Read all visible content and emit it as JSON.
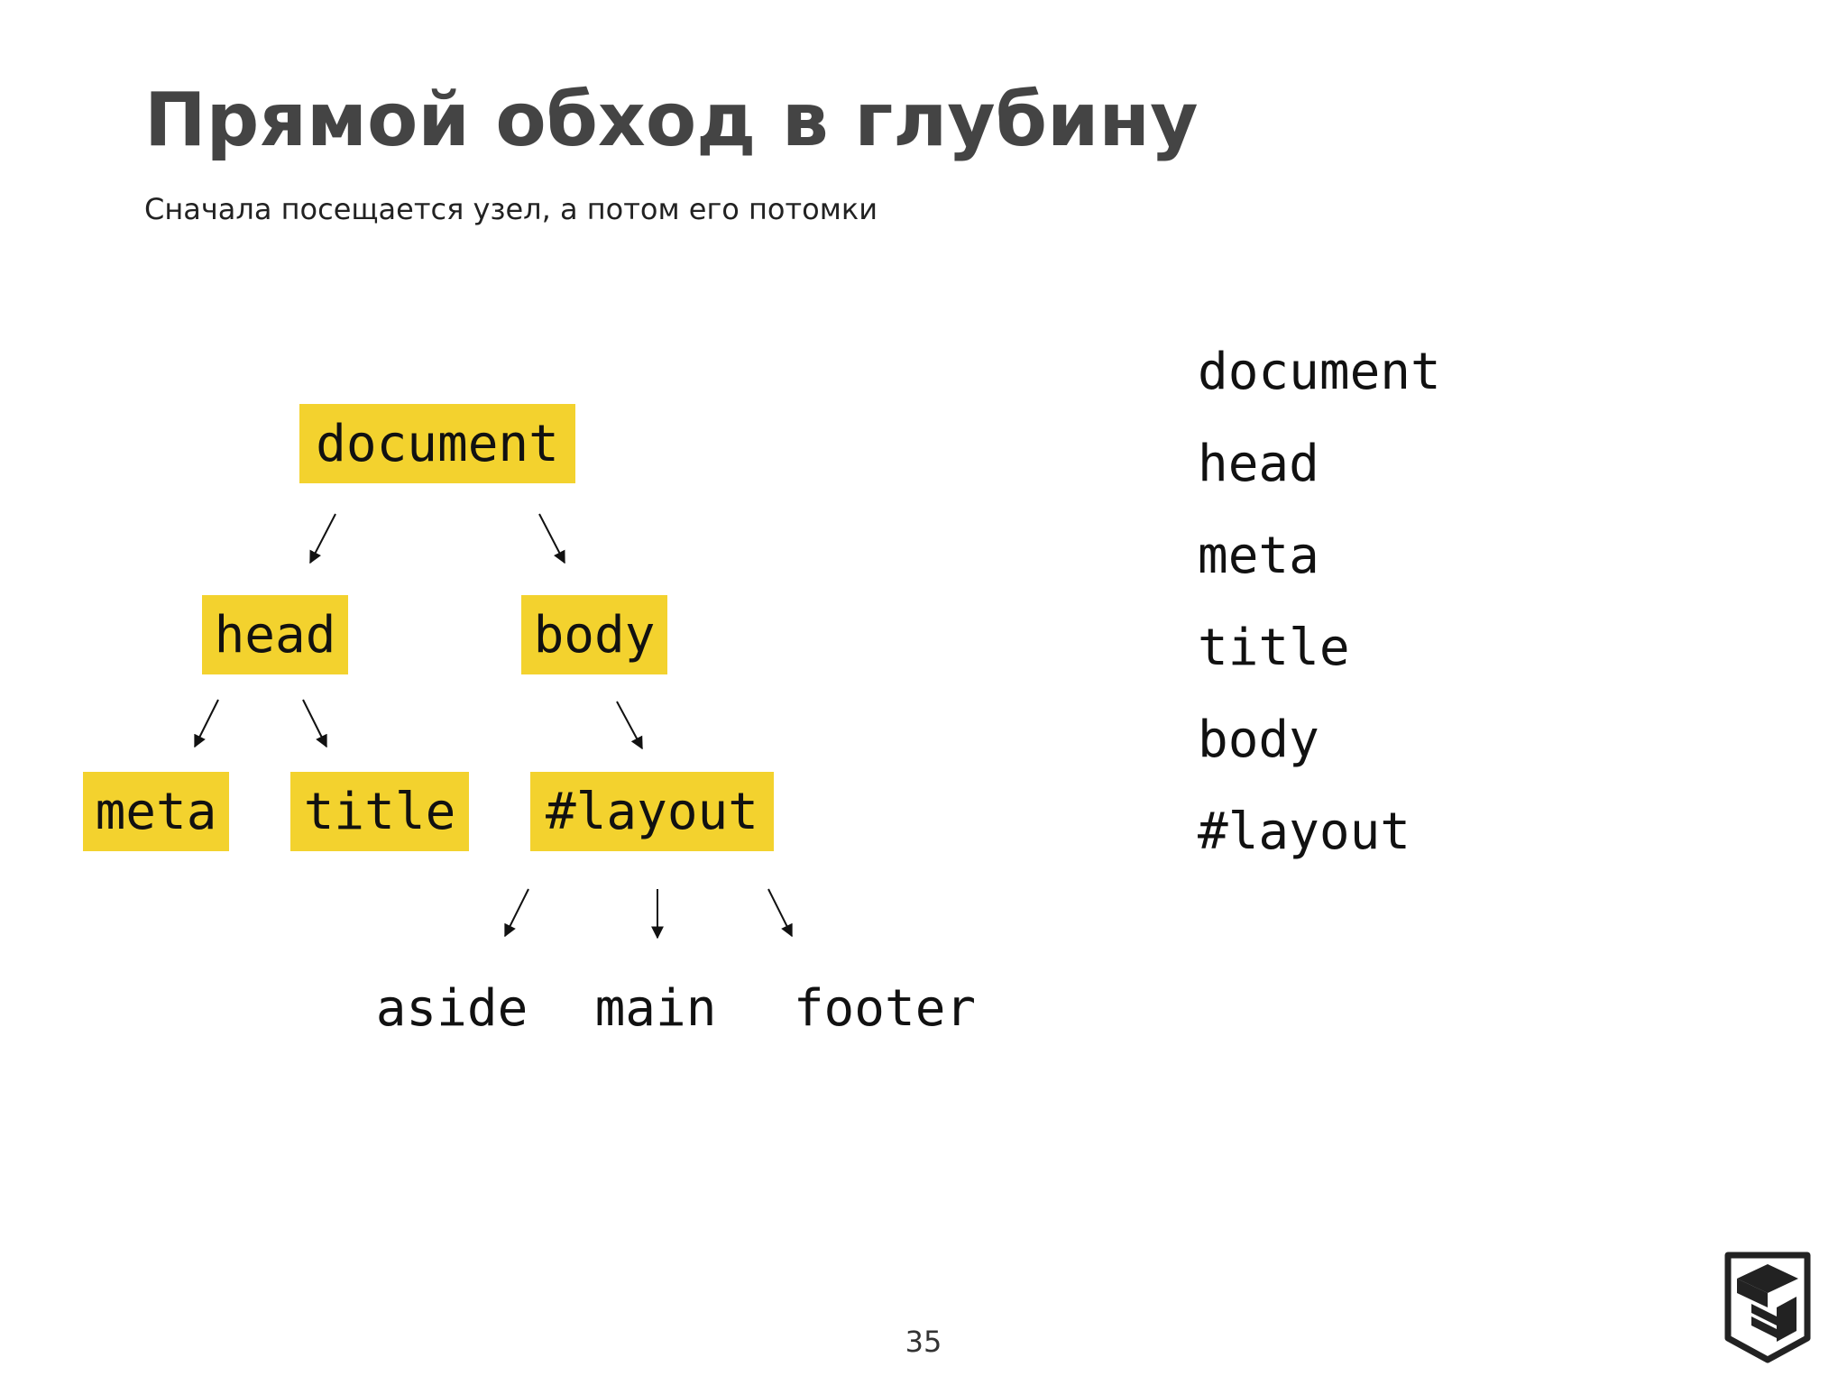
{
  "slide": {
    "title": "Прямой обход в глубину",
    "subtitle": "Сначала посещается узел, а потом его потомки",
    "page_number": "35"
  },
  "tree": {
    "document": "document",
    "head": "head",
    "body": "body",
    "meta": "meta",
    "title": "title",
    "layout": "#layout",
    "aside": "aside",
    "main": "main",
    "footer": "footer"
  },
  "traversal_order": [
    "document",
    "head",
    "meta",
    "title",
    "body",
    "#layout"
  ],
  "colors": {
    "highlight": "#f3d22e",
    "title_text": "#444444",
    "text": "#111111"
  },
  "icons": {
    "logo": "shield-logo-icon"
  }
}
